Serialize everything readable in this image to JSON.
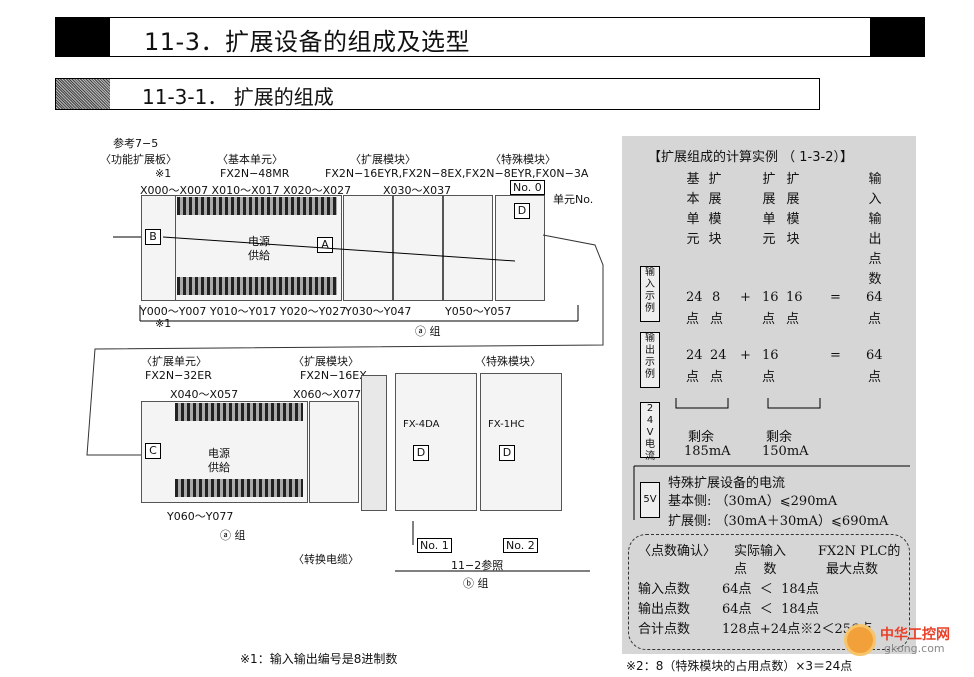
{
  "header1": {
    "title": "11-3．扩展设备的组成及选型"
  },
  "header2": {
    "title": "11-3-1． 扩展的组成"
  },
  "diagram": {
    "ref": "参考7−5",
    "func_board": "〈功能扩展板〉",
    "note1_top": "※1",
    "note1_bottom": "※1",
    "basic_unit_title": "〈基本单元〉",
    "basic_unit_model": "FX2N−48MR",
    "ext_module_title_top": "〈扩展模块〉",
    "ext_module_models": "FX2N−16EYR,FX2N−8EX,FX2N−8EYR,FX0N−3A",
    "special_module_title_top": "〈特殊模块〉",
    "unit_no": "No. 0",
    "unit_no_label": "单元No.",
    "x_ranges_top": "X000～X007  X010～X017  X020～X027",
    "x_range_ext_top": "X030～X037",
    "y_ranges_top": "Y000～Y007  Y010～Y017  Y020～Y027",
    "y_range_ext_top": "Y030～Y047",
    "y_range_ext2_top": "Y050～Y057",
    "power_supply": "电源\n供給",
    "group_a_top": "ⓐ 组",
    "ext_unit_title": "〈扩展单元〉",
    "ext_unit_model": "FX2N−32ER",
    "ext_module_title_bottom": "〈扩展模块〉",
    "ext_module_model_bottom": "FX2N−16EX",
    "special_module_title_bottom": "〈特殊模块〉",
    "x_range_bottom": "X040～X057",
    "x_range_bottom2": "X060～X077",
    "y_range_bottom": "Y060～Y077",
    "group_a_bottom": "ⓐ 组",
    "converter_cable": "〈转换电缆〉",
    "no1": "No. 1",
    "no2": "No. 2",
    "ref_11_2": "11−2参照",
    "group_b": "ⓑ 组",
    "module_4da": "FX-4DA",
    "module_1hc": "FX-1HC",
    "letters": {
      "a": "A",
      "b": "B",
      "c": "C",
      "d": "D"
    },
    "footnote1": "※1：输入输出编号是8进制数"
  },
  "panel": {
    "title": "【扩展组成的计算实例 （ 1-3-2）】",
    "col_headers": [
      "基本单元",
      "扩展模块",
      "扩展单元",
      "扩展模块",
      "输入输出点数"
    ],
    "row_input_tag": "输入示例",
    "row_output_tag": "输出示例",
    "row_current_tag": "24V电流",
    "input_row": {
      "a": "24",
      "b": "8",
      "plus": "+",
      "c": "16",
      "d": "16",
      "eq": "=",
      "total": "64",
      "unit": "点"
    },
    "output_row": {
      "a": "24",
      "b": "24",
      "plus": "+",
      "c": "16",
      "eq": "=",
      "total": "64",
      "unit": "点"
    },
    "remain1_label": "剩余",
    "remain1_value": "185mA",
    "remain2_label": "剩余",
    "remain2_value": "150mA",
    "special_current_title": "特殊扩展设备的电流",
    "tag_5v": "5V",
    "basic_side": "基本侧: （30mA）⩽290mA",
    "ext_side": "扩展侧: （30mA＋30mA）⩽690mA",
    "points_confirm": "〈点数确认〉",
    "actual_input_1": "实际输入",
    "actual_input_2": "点    数",
    "plc_max_1": "FX2N PLC的",
    "plc_max_2": "最大点数",
    "input_points_label": "输入点数",
    "input_points_value": "64点  ＜  184点",
    "output_points_label": "输出点数",
    "output_points_value": "64点  ＜  184点",
    "total_points_label": "合计点数",
    "total_points_value": "128点+24点※2＜256点",
    "footnote2": "※2：8（特殊模块的占用点数）×3＝24点"
  },
  "watermark": {
    "line1": "中华工控网",
    "line2": "gkong.com"
  }
}
